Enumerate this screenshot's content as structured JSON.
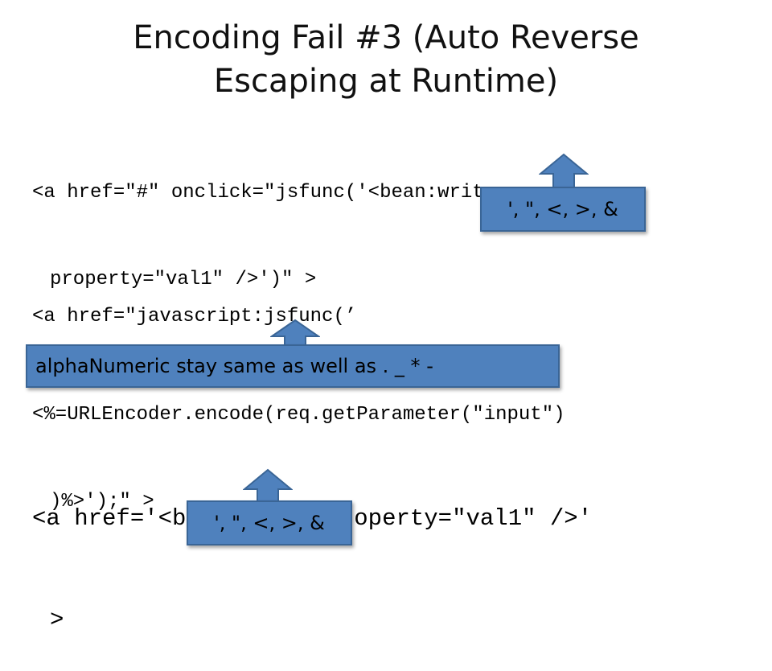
{
  "slide": {
    "title_line1": "Encoding Fail #3 (Auto Reverse",
    "title_line2": "Escaping at Runtime)",
    "code1_line1": "<a href=\"#\" onclick=\"jsfunc('<bean:write",
    "code1_line2": "property=\"val1\" />')\" >",
    "code2_line1": "<a href=\"javascript:jsfunc(’",
    "code2_line2": "<%=URLEncoder.encode(req.getParameter(\"input\")",
    "code2_line3": ")%>');\" >",
    "code3_line1": "<a href='<bean:write property=\"val1\" />'",
    "code3_line2": ">",
    "callout1": "', \", <, >, &",
    "callout2": "alphaNumeric stay same as well as . _ * -",
    "callout3": "', \", <, >, &",
    "accent_color": "#4f81bd"
  }
}
